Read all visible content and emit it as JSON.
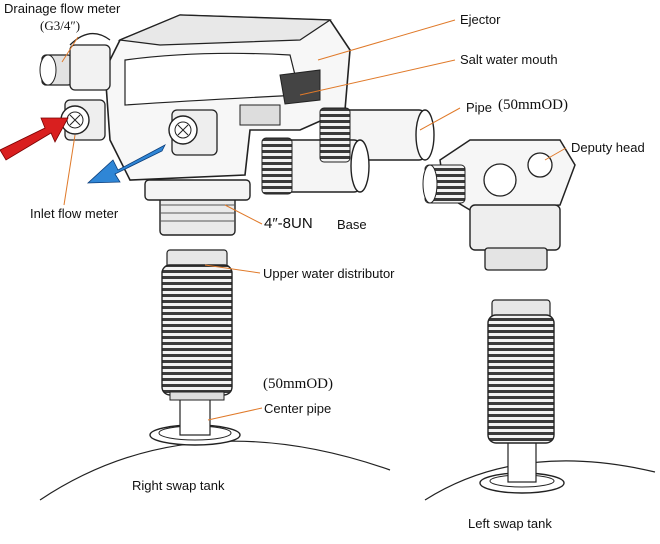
{
  "labels": {
    "drainage_flow_meter": "Drainage flow meter",
    "drainage_size": "(G3/4″)",
    "ejector": "Ejector",
    "salt_water_mouth": "Salt water mouth",
    "pipe_label": "Pipe",
    "pipe_size": "(50mmOD)",
    "deputy_head": "Deputy head",
    "inlet_flow_meter": "Inlet flow meter",
    "base_thread": "4″-8UN",
    "base_label": "Base",
    "upper_water_distributor": "Upper water distributor",
    "center_pipe_size": "(50mmOD)",
    "center_pipe": "Center pipe",
    "right_swap_tank": "Right  swap  tank",
    "left_swap_tank": "Left  swap  tank"
  },
  "colors": {
    "inlet_arrow": "#d91f1f",
    "outlet_arrow": "#2f86d6",
    "leader_line": "#e07a2a",
    "outline": "#1a1a1a"
  },
  "icons": {
    "inlet_arrow": "red-inlet-arrow-icon",
    "outlet_arrow": "blue-outlet-arrow-icon"
  }
}
